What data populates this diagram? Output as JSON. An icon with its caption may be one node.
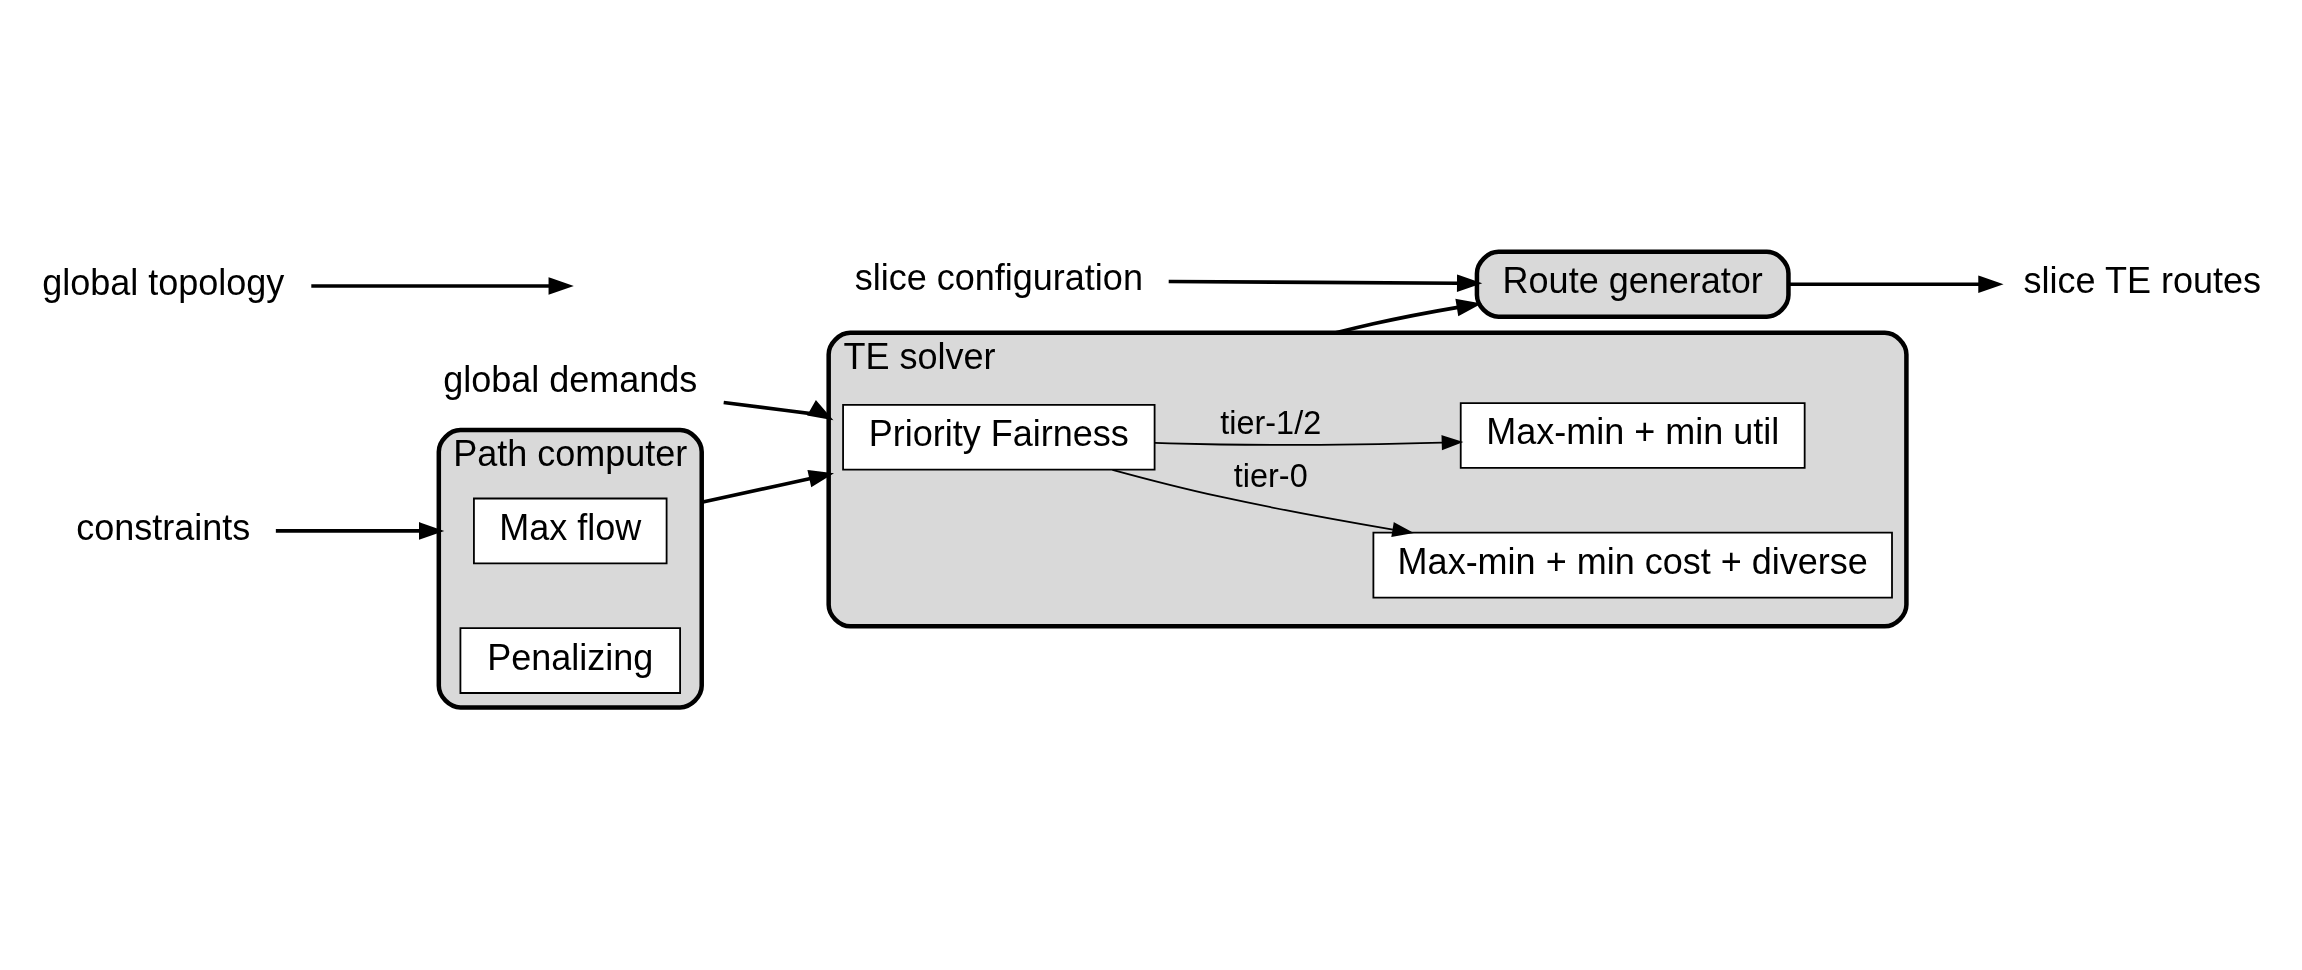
{
  "diagram": {
    "nodes": [
      {
        "text": [
          "Path computer"
        ]
      },
      {
        "text": [
          "Max flow"
        ],
        "in": 0
      },
      {
        "text": [
          "Penalizing"
        ],
        "in": 0
      },
      {
        "text": [
          "constraints"
        ]
      },
      {
        "text": [
          "global topology"
        ]
      },
      {
        "text": [
          "TE solver"
        ]
      },
      {
        "text": [
          "Priority Fairness"
        ],
        "in": 5
      },
      {
        "text": [
          "Max-min + min cost + diverse"
        ],
        "in": 5
      },
      {
        "text": [
          "Max-min + min util"
        ],
        "in": 5
      },
      {
        "text": [
          "global demands"
        ]
      },
      {
        "text": [
          "Route generator"
        ]
      },
      {
        "text": [
          "slice TE routes"
        ]
      },
      {
        "text": [
          "slice configuration"
        ]
      }
    ],
    "edges": [
      {
        "from": 3,
        "to": 0,
        "arrow": "to"
      },
      {
        "from": 4,
        "to": null,
        "arrow": "to"
      },
      {
        "from": 0,
        "to": 5,
        "arrow": "to"
      },
      {
        "from": 9,
        "to": 5,
        "arrow": "to"
      },
      {
        "from": 6,
        "to": 7,
        "arrow": "to",
        "label": "tier-0"
      },
      {
        "from": 6,
        "to": 8,
        "arrow": "to",
        "label": "tier-1/2"
      },
      {
        "from": 5,
        "to": 10,
        "arrow": "to"
      },
      {
        "from": 10,
        "to": 11,
        "arrow": "to"
      },
      {
        "from": 12,
        "to": 10,
        "arrow": "to"
      }
    ]
  }
}
